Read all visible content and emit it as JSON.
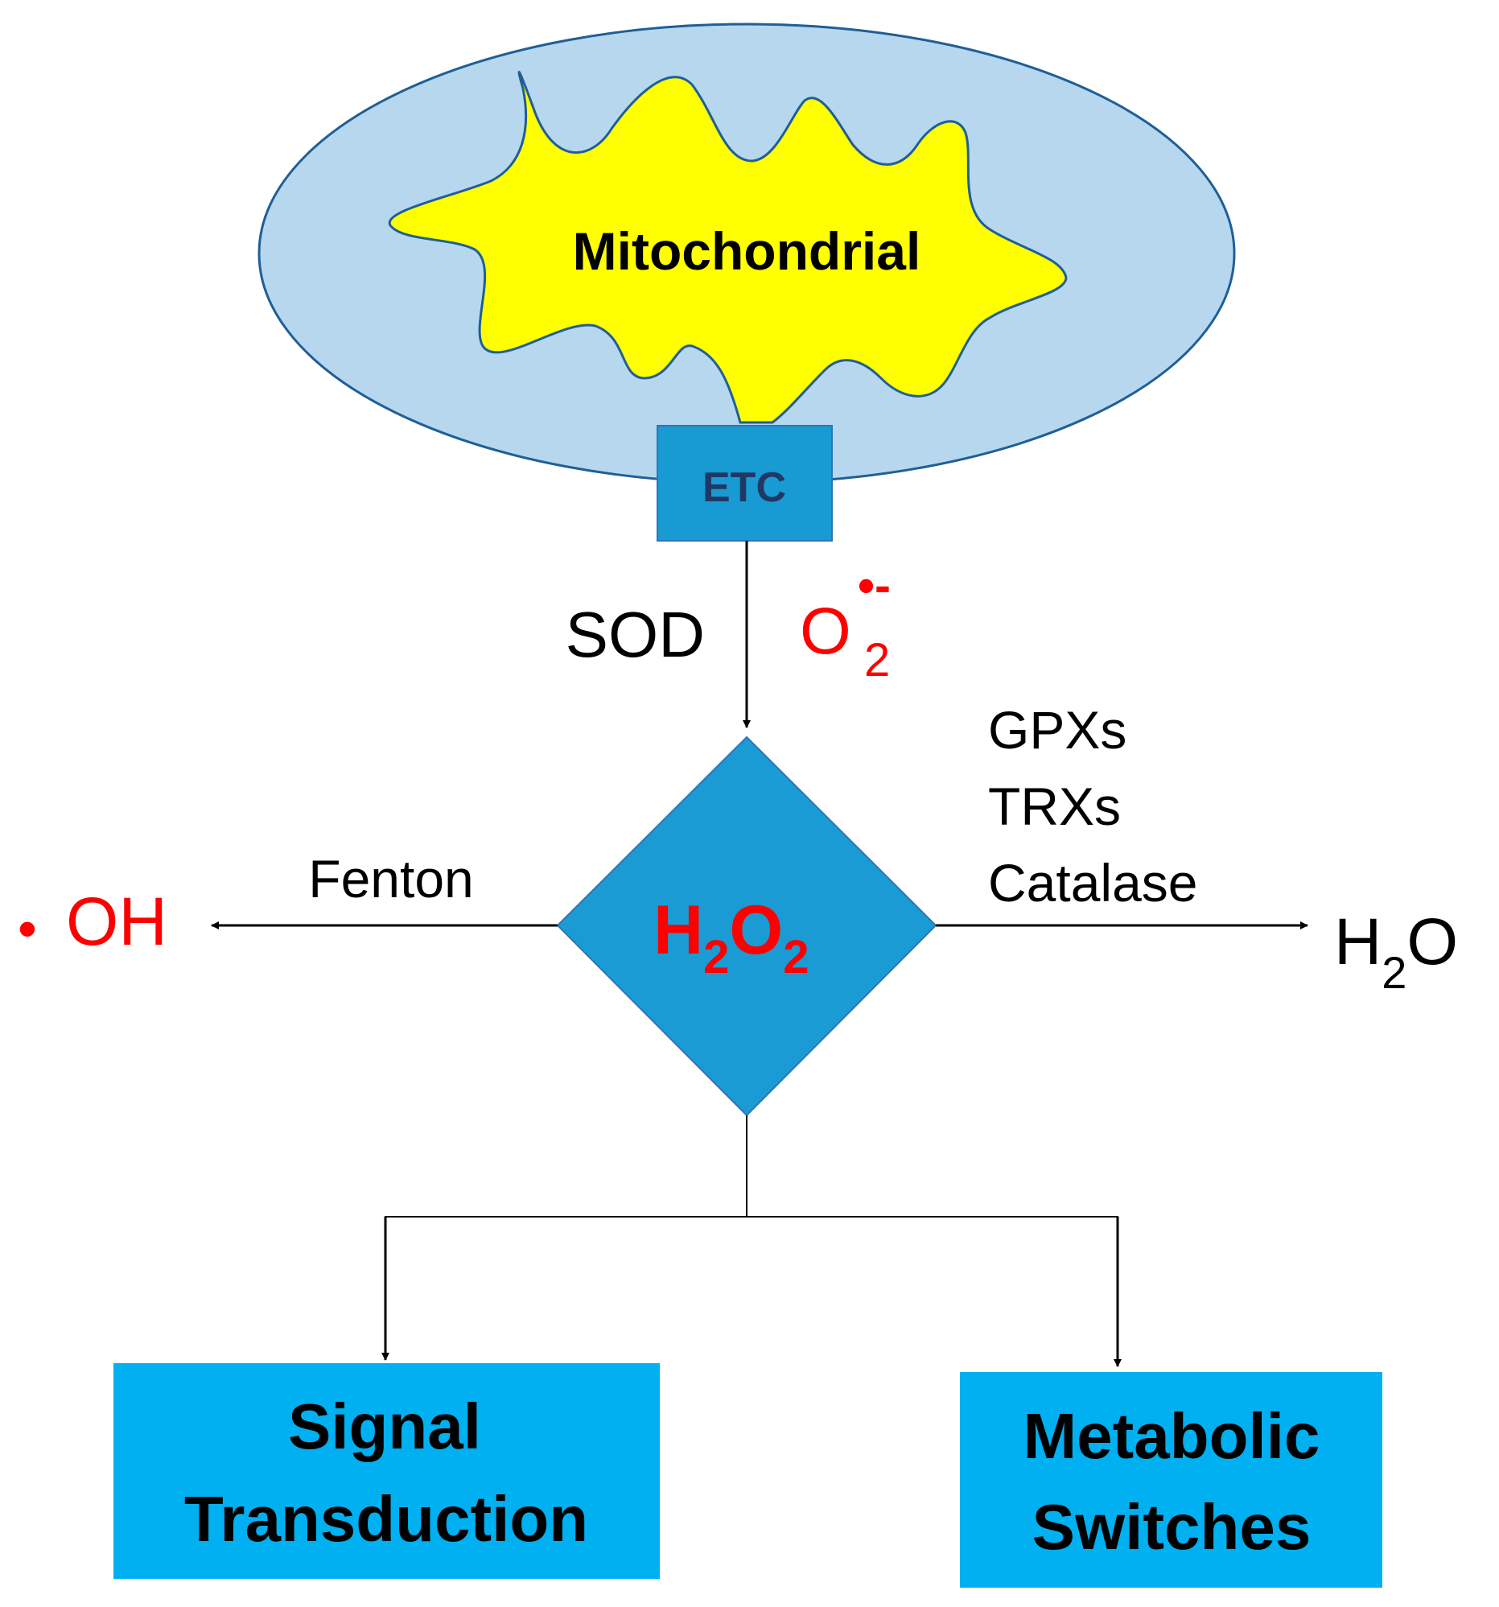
{
  "colors": {
    "ellipse_fill": "#b7d7ef",
    "ellipse_stroke": "#1f5f95",
    "star_fill": "#ffff00",
    "etc_fill": "#189ad3",
    "diamond_fill": "#1a9bd4",
    "box_fill": "#00b0f0",
    "red": "#ff0000",
    "black": "#000000",
    "navy": "#1f3864"
  },
  "mitochondrion": {
    "label": "Mitochondrial"
  },
  "etc": {
    "label": "ETC"
  },
  "sod": {
    "label": "SOD"
  },
  "superoxide": {
    "base": "O",
    "sub": "2",
    "sup": "•-"
  },
  "center": {
    "h": "H",
    "sub1": "2",
    "o": "O",
    "sub2": "2"
  },
  "left_branch": {
    "enzyme": "Fenton",
    "dot": "•",
    "product": "OH"
  },
  "right_branch": {
    "enzymes": [
      "GPXs",
      "TRXs",
      "Catalase"
    ],
    "product": {
      "h": "H",
      "sub": "2",
      "o": "O"
    }
  },
  "outputs": {
    "signal": {
      "line1": "Signal",
      "line2": "Transduction"
    },
    "metabolic": {
      "line1": "Metabolic",
      "line2": "Switches"
    }
  }
}
